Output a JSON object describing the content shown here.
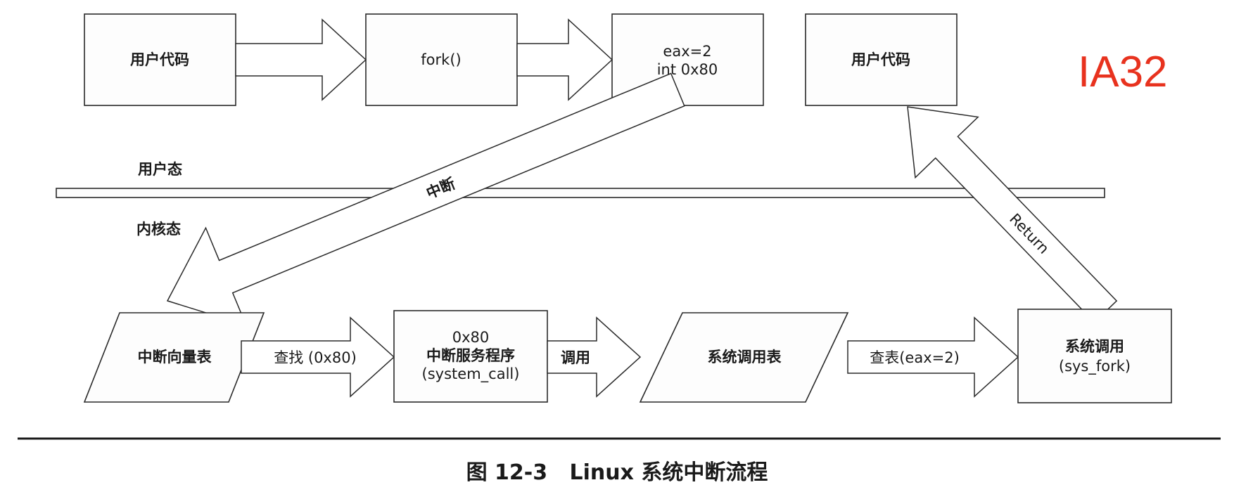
{
  "user_row": {
    "user_code_box": "用户代码",
    "fork_box": "fork()",
    "eax_box_line1": "eax=2",
    "eax_box_line2": "int 0x80",
    "return_user_code_box": "用户代码"
  },
  "mode_labels": {
    "user_mode": "用户态",
    "kernel_mode": "内核态"
  },
  "diagonal_arrows": {
    "interrupt": "中断",
    "return": "Return"
  },
  "kernel_row": {
    "vector_table": "中断向量表",
    "lookup_arrow": "查找 (0x80)",
    "isr_line1": "0x80",
    "isr_line2": "中断服务程序",
    "isr_line3": "(system_call)",
    "call_arrow": "调用",
    "syscall_table": "系统调用表",
    "table_lookup_arrow": "查表(eax=2)",
    "sys_call_line1": "系统调用",
    "sys_call_line2": "(sys_fork)"
  },
  "arch_label": "IA32",
  "arch_label_color": "#e8321e",
  "caption": "图 12-3   Linux 系统中断流程"
}
